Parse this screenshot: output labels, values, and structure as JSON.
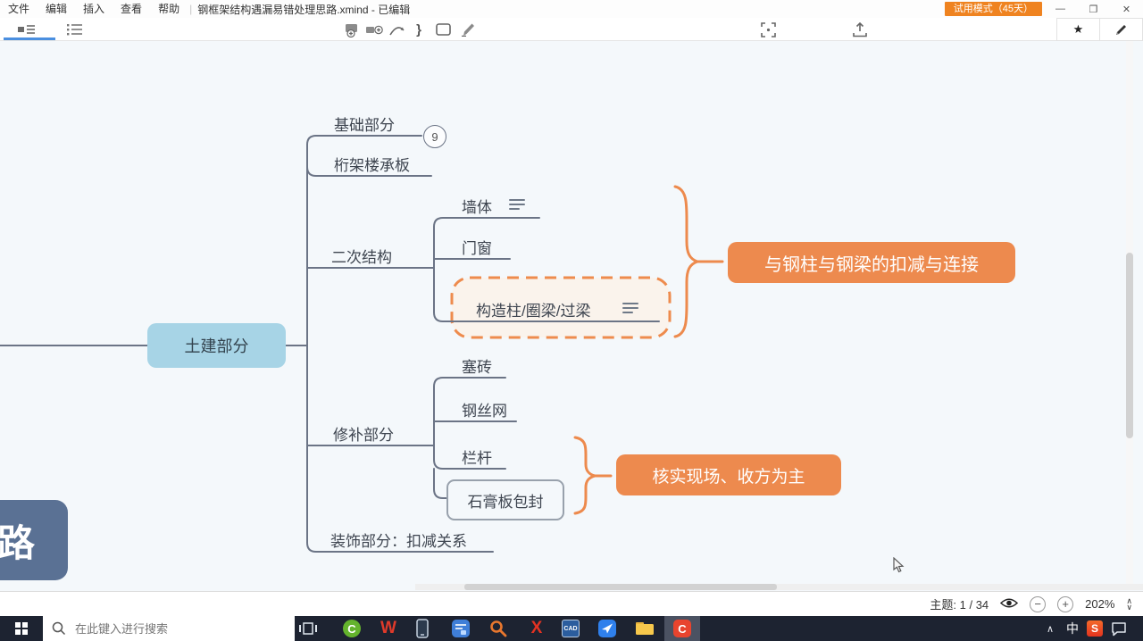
{
  "titlebar": {
    "menus": [
      "文件",
      "编辑",
      "插入",
      "查看",
      "帮助"
    ],
    "menu_separator": "|",
    "document_title": "钢框架结构遇漏易错处理思路.xmind - 已编辑",
    "trial_badge": "试用模式（45天）",
    "window_controls": {
      "minimize": "—",
      "maximize": "❐",
      "close": "✕"
    }
  },
  "toolbar": {
    "summary_brace": "}",
    "star": "★"
  },
  "mindmap": {
    "root_topic_fragment": "路",
    "main_topic": "土建部分",
    "branches": [
      {
        "label": "基础部分",
        "badge": "9"
      },
      {
        "label": "桁架楼承板"
      },
      {
        "label": "二次结构",
        "children": [
          {
            "label": "墙体",
            "icon": "notes"
          },
          {
            "label": "门窗"
          },
          {
            "label": "构造柱/圈梁/过梁",
            "icon": "notes",
            "style": "dashed-orange-boundary"
          }
        ]
      },
      {
        "label": "修补部分",
        "children": [
          {
            "label": "塞砖"
          },
          {
            "label": "钢丝网"
          },
          {
            "label": "栏杆"
          },
          {
            "label": "石膏板包封",
            "style": "gray-box"
          }
        ]
      },
      {
        "label": "装饰部分：扣减关系"
      }
    ],
    "summaries": [
      {
        "label": "与钢柱与钢梁的扣减与连接"
      },
      {
        "label": "核实现场、收方为主"
      }
    ],
    "colors": {
      "main_topic_fill": "#A7D4E6",
      "summary_fill": "#ED8A4E",
      "boundary_stroke": "#EE8B4D",
      "branch_line": "#6B7486",
      "root_fill": "#5A7194",
      "canvas_bg": "#F4F8FB"
    }
  },
  "statusbar": {
    "topic_counter": "主题: 1 / 34",
    "zoom_level": "202%"
  },
  "taskbar": {
    "search_placeholder": "在此键入进行搜索",
    "letters": {
      "camtasia": "C",
      "wps": "W",
      "x_tool": "X",
      "cad": "CAD",
      "recorder": "C"
    },
    "tray": {
      "expand": "∧",
      "ime": "中",
      "sogou": "S"
    }
  }
}
